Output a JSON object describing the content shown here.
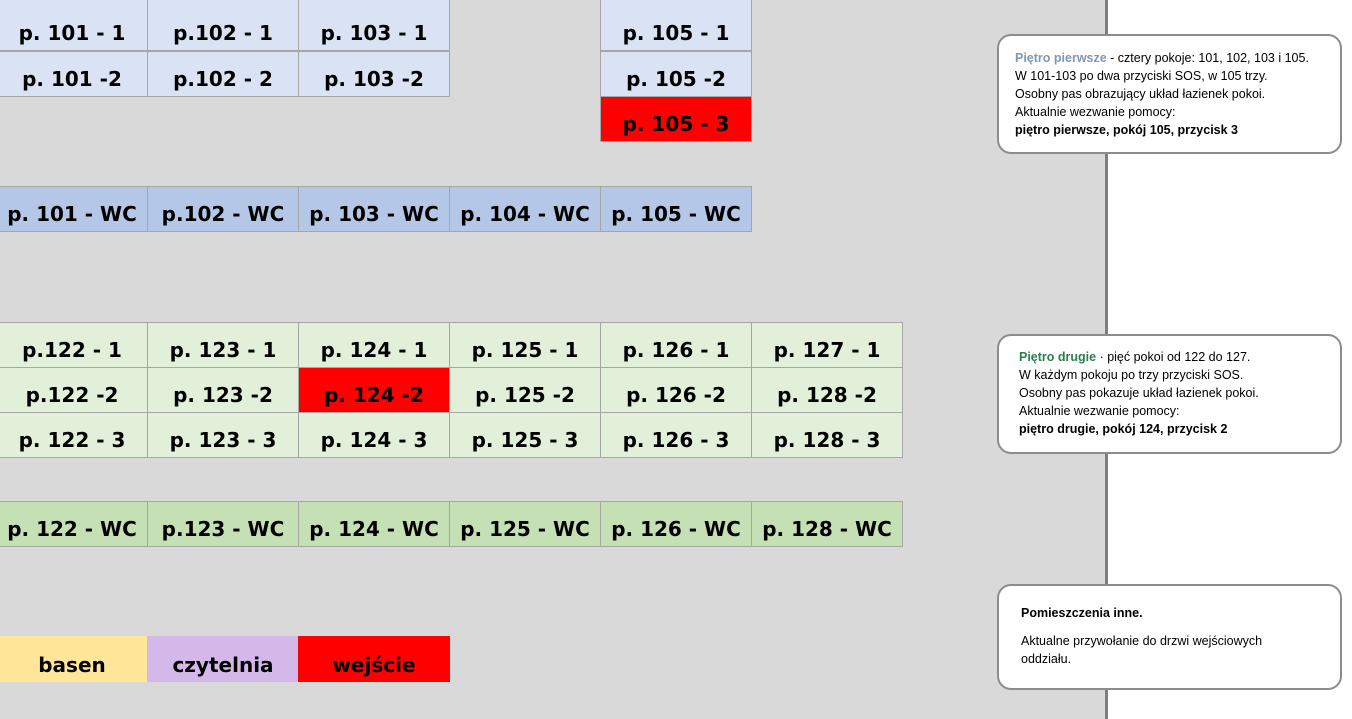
{
  "floor1": {
    "rooms_row1": [
      "p. 101 - 1",
      "p.102 - 1",
      "p. 103 - 1",
      "p. 105 - 1"
    ],
    "rooms_row2": [
      "p. 101 -2",
      "p.102 - 2",
      "p. 103 -2",
      "p. 105 -2"
    ],
    "rooms_row3": [
      "p. 105 - 3"
    ],
    "wc": [
      "p. 101 - WC",
      "p.102 - WC",
      "p. 103 - WC",
      "p. 104 - WC",
      "p. 105 - WC"
    ]
  },
  "floor2": {
    "rooms_row1": [
      "p.122 - 1",
      "p. 123 - 1",
      "p. 124 - 1",
      "p. 125 - 1",
      "p. 126 - 1",
      "p. 127 - 1"
    ],
    "rooms_row2": [
      "p.122 -2",
      "p. 123 -2",
      "p. 124 -2",
      "p. 125 -2",
      "p. 126 -2",
      "p. 128 -2"
    ],
    "rooms_row3": [
      "p. 122 - 3",
      "p. 123 - 3",
      "p. 124 - 3",
      "p. 125 - 3",
      "p. 126 - 3",
      "p. 128 - 3"
    ],
    "wc": [
      "p. 122 - WC",
      "p.123 - WC",
      "p. 124 - WC",
      "p. 125 - WC",
      "p. 126 - WC",
      "p. 128 - WC"
    ]
  },
  "other": [
    "basen",
    "czytelnia",
    "wejście"
  ],
  "colors": {
    "floor1": "#dae3f3",
    "floor1_wc": "#b4c7e7",
    "floor2": "#e2f0d9",
    "floor2_wc": "#c5e0b4",
    "alert": "#ff0000",
    "pool": "#ffe699",
    "reading_room": "#d5b8ea"
  },
  "info": {
    "floor1": {
      "title": "Piętro pierwsze",
      "desc1": " - cztery pokoje: 101, 102, 103 i 105.",
      "desc2": "W 101-103 po dwa przyciski SOS, w 105 trzy.",
      "desc3": "Osobny pas obrazujący układ łazienek pokoi.",
      "desc4": "Aktualnie wezwanie pomocy:",
      "alert": "piętro pierwsze, pokój 105, przycisk 3"
    },
    "floor2": {
      "title": "Piętro drugie",
      "desc1": "  · pięć pokoi od 122 do 127.",
      "desc2": "W każdym pokoju po trzy przyciski SOS.",
      "desc3": "Osobny pas pokazuje układ łazienek pokoi.",
      "desc4": "Aktualnie wezwanie pomocy:",
      "alert": "piętro drugie, pokój 124, przycisk 2"
    },
    "other": {
      "title": "Pomieszczenia inne.",
      "desc1": "Aktualne przywołanie do drzwi wejściowych",
      "desc2": "oddziału."
    }
  }
}
